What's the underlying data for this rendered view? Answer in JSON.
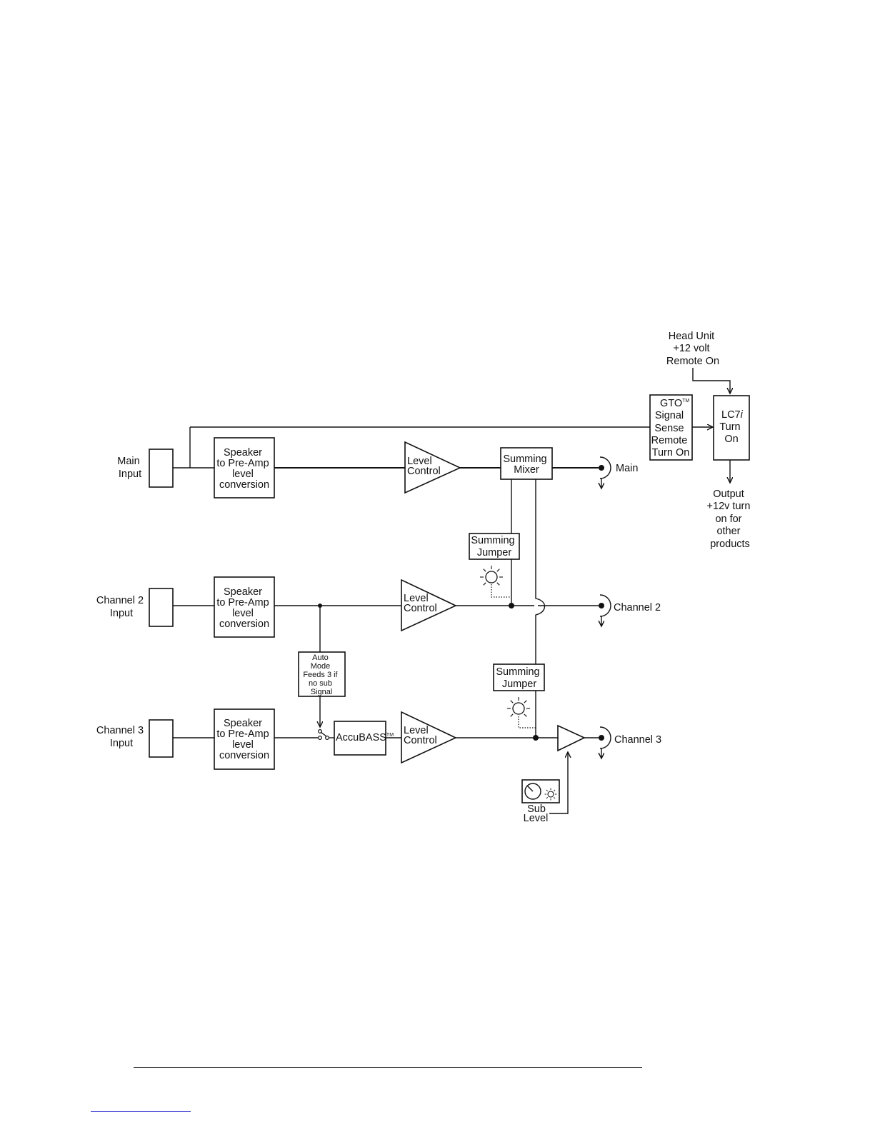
{
  "inputs": {
    "main": [
      "Main",
      "Input"
    ],
    "ch2": [
      "Channel 2",
      "Input"
    ],
    "ch3": [
      "Channel 3",
      "Input"
    ]
  },
  "conversion": [
    "Speaker",
    "to Pre-Amp",
    "level",
    "conversion"
  ],
  "level_control": [
    "Level",
    "Control"
  ],
  "summing_mixer": [
    "Summing",
    "Mixer"
  ],
  "summing_jumper": [
    "Summing",
    "Jumper"
  ],
  "auto_mode": [
    "Auto",
    "Mode",
    "Feeds 3 if",
    "no sub",
    "Signal"
  ],
  "accubass": {
    "name": "AccuBASS",
    "mark": "TM"
  },
  "sub_level": [
    "Sub",
    "Level"
  ],
  "gto": {
    "name": "GTO",
    "mark": "TM",
    "lines": [
      "Signal",
      "Sense",
      "Remote",
      "Turn On"
    ]
  },
  "lc7i": {
    "name": "LC7",
    "suffix": "i",
    "lines": [
      "Turn",
      "On"
    ]
  },
  "head_unit": [
    "Head Unit",
    "+12 volt",
    "Remote On"
  ],
  "output_note": [
    "Output",
    "+12v turn",
    "on for",
    "other",
    "products"
  ],
  "outputs": {
    "main": "Main",
    "ch2": "Channel 2",
    "ch3": "Channel 3"
  }
}
